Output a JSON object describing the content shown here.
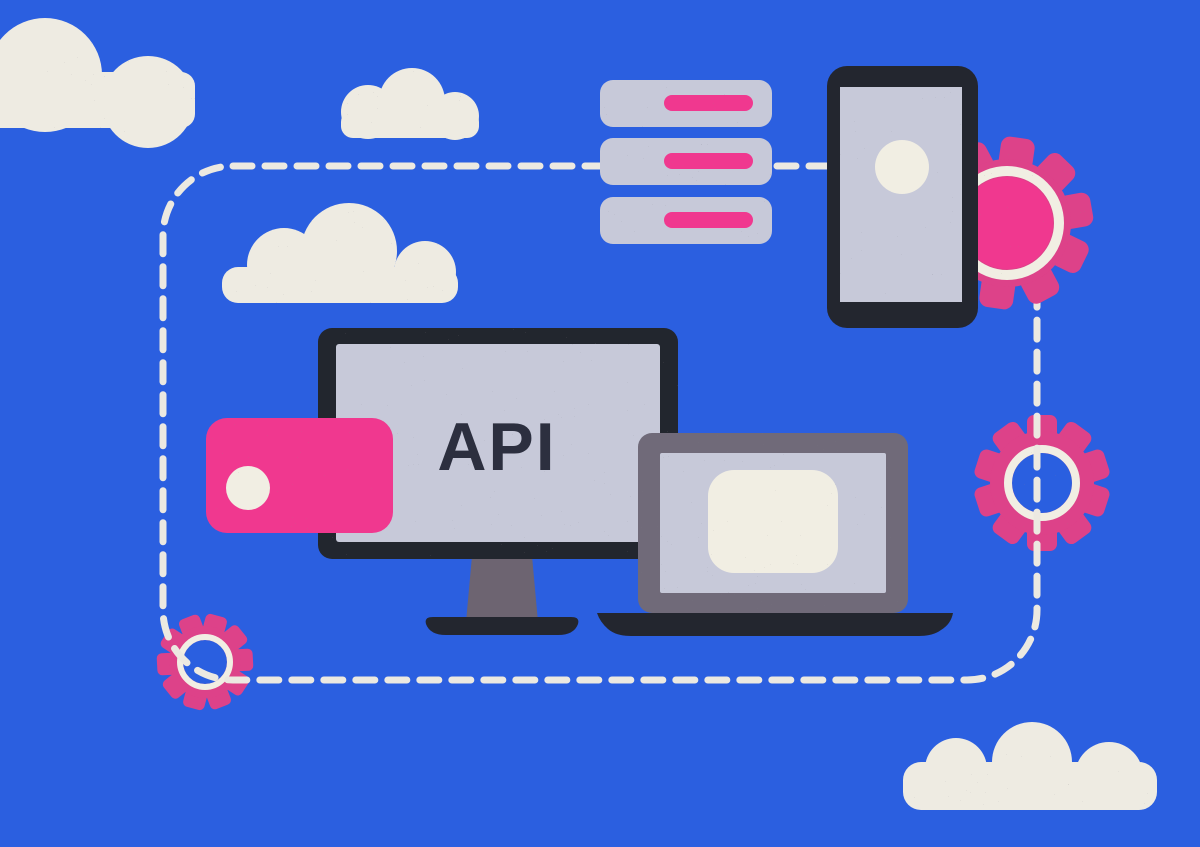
{
  "illustration": {
    "monitor": {
      "label": "API"
    },
    "objects": [
      "cloud-top-left",
      "cloud-top-middle",
      "cloud-mid-left",
      "cloud-bottom-right",
      "server-stack",
      "smartphone",
      "gear-top-right",
      "gear-middle-right",
      "gear-bottom-left",
      "desktop-monitor",
      "payment-card",
      "laptop",
      "dashed-connection-path"
    ],
    "colors": {
      "background": "#2b5fe0",
      "cloud": "#eeebe2",
      "pink": "#f0388f",
      "gear_pink": "#dd4289",
      "dark": "#23262f",
      "screen": "#c7c9d9",
      "offwhite": "#f1eee3",
      "stand": "#6d6471",
      "laptop_frame": "#6f6b79",
      "text_dark": "#2c2f3f",
      "dash": "#ece9e1",
      "speckle": "#3a3a42"
    }
  }
}
